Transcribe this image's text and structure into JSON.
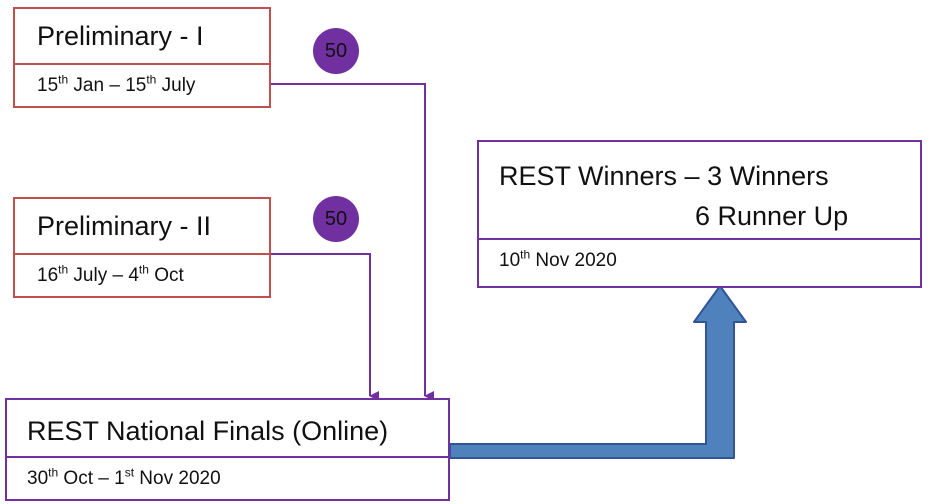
{
  "preliminary_1": {
    "title": "Preliminary - I",
    "date_d1": "15",
    "date_s1": "th",
    "date_m1": " Jan – 15",
    "date_s2": "th",
    "date_m2": " July"
  },
  "preliminary_2": {
    "title": "Preliminary - II",
    "date_d1": "16",
    "date_s1": "th",
    "date_m1": " July – 4",
    "date_s2": "th",
    "date_m2": " Oct"
  },
  "badges": [
    "50",
    "50"
  ],
  "finals": {
    "title": "REST National Finals (Online)",
    "date_d1": "30",
    "date_s1": "th",
    "date_m1": " Oct – 1",
    "date_s2": "st",
    "date_m2": " Nov 2020"
  },
  "winners": {
    "title_line1": "REST Winners – 3 Winners",
    "title_line2": "6 Runner Up",
    "date_d1": "10",
    "date_s1": "th",
    "date_m1": " Nov 2020"
  },
  "colors": {
    "preliminary_border": "#c0504d",
    "finals_border": "#7030a0",
    "badge_fill": "#7030a0",
    "connector": "#7030a0",
    "big_arrow_fill": "#4f81bd",
    "big_arrow_stroke": "#2f5597"
  }
}
